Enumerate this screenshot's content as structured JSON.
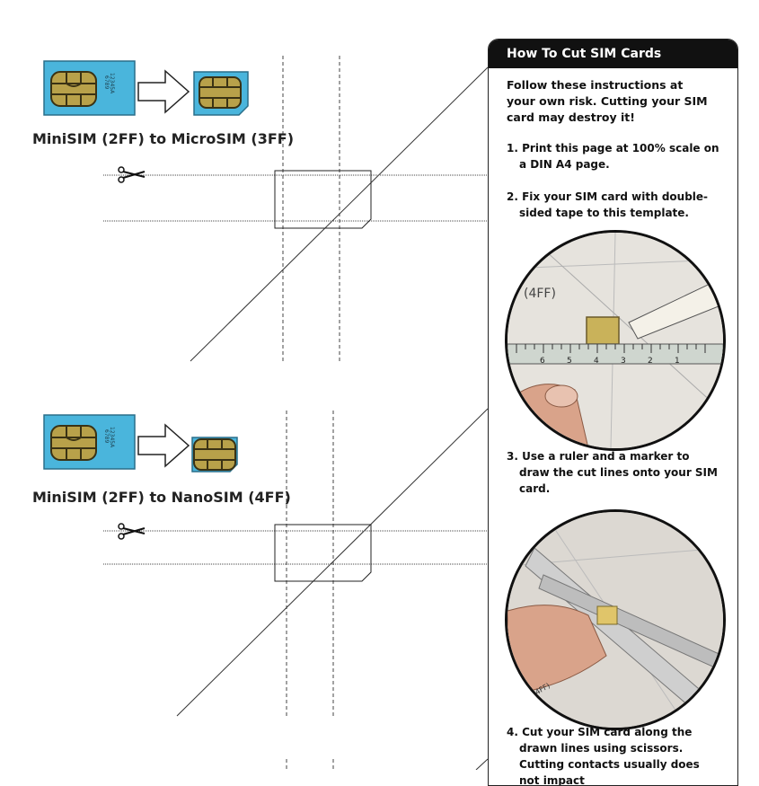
{
  "sections": [
    {
      "title": "MiniSIM (2FF) to MicroSIM (3FF)",
      "card_text_line1": "12345A",
      "card_text_line2": "6789",
      "target": "micro"
    },
    {
      "title": "MiniSIM (2FF) to NanoSIM (4FF)",
      "card_text_line1": "12345A",
      "card_text_line2": "6789",
      "target": "nano"
    }
  ],
  "panel": {
    "heading": "How To Cut SIM Cards",
    "intro": "Follow these instructions at your own risk. Cutting your SIM card may destroy it!",
    "steps": [
      {
        "num": "1.",
        "text": "Print this page at 100% scale on a DIN A4 page."
      },
      {
        "num": "2.",
        "text": "Fix your SIM card with double-sided tape to this template."
      },
      {
        "num": "3.",
        "text": "Use a ruler and a marker to draw the cut lines onto your SIM card."
      },
      {
        "num": "4.",
        "text": "Cut your SIM card along the drawn lines using scissors. Cutting contacts usually does not impact"
      }
    ],
    "photo1_label": "(4FF)",
    "photo1_ruler_numbers": [
      "6",
      "5",
      "4",
      "3",
      "2",
      "1"
    ],
    "photo2_label": "(4FF)"
  },
  "colors": {
    "sim_blue": "#4ab5dc",
    "chip_gold": "#b8a14a",
    "panel_black": "#111111"
  }
}
